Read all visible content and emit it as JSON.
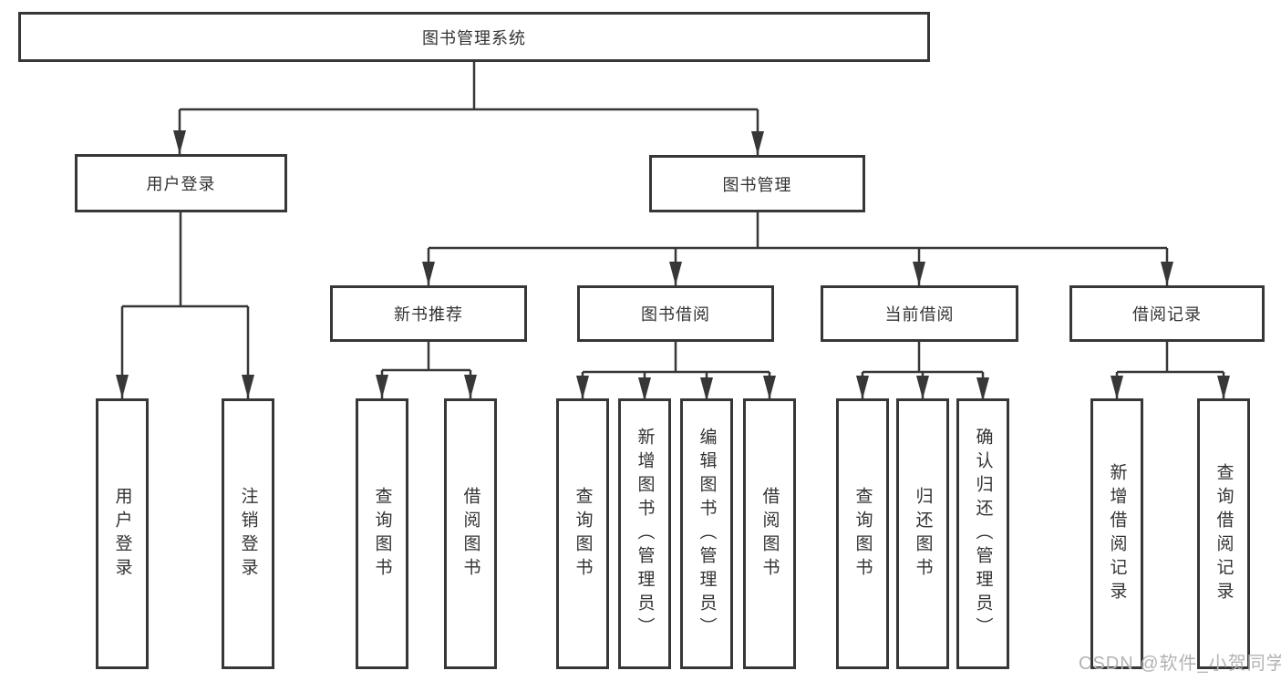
{
  "colors": {
    "line": "#373737",
    "box_border": "#373737",
    "text": "#333333",
    "background": "#ffffff",
    "watermark": "#b3b3b3"
  },
  "watermark": {
    "text": "CSDN @软件_小贺同学"
  },
  "tree": {
    "label": "图书管理系统",
    "children": [
      {
        "label": "用户登录",
        "children": [
          {
            "label": "用户登录"
          },
          {
            "label": "注销登录"
          }
        ]
      },
      {
        "label": "图书管理",
        "children": [
          {
            "label": "新书推荐",
            "children": [
              {
                "label": "查询图书"
              },
              {
                "label": "借阅图书"
              }
            ]
          },
          {
            "label": "图书借阅",
            "children": [
              {
                "label": "查询图书"
              },
              {
                "label": "新增图书（管理员）"
              },
              {
                "label": "编辑图书（管理员）"
              },
              {
                "label": "借阅图书"
              }
            ]
          },
          {
            "label": "当前借阅",
            "children": [
              {
                "label": "查询图书"
              },
              {
                "label": "归还图书"
              },
              {
                "label": "确认归还（管理员）"
              }
            ]
          },
          {
            "label": "借阅记录",
            "children": [
              {
                "label": "新增借阅记录"
              },
              {
                "label": "查询借阅记录"
              }
            ]
          }
        ]
      }
    ]
  }
}
